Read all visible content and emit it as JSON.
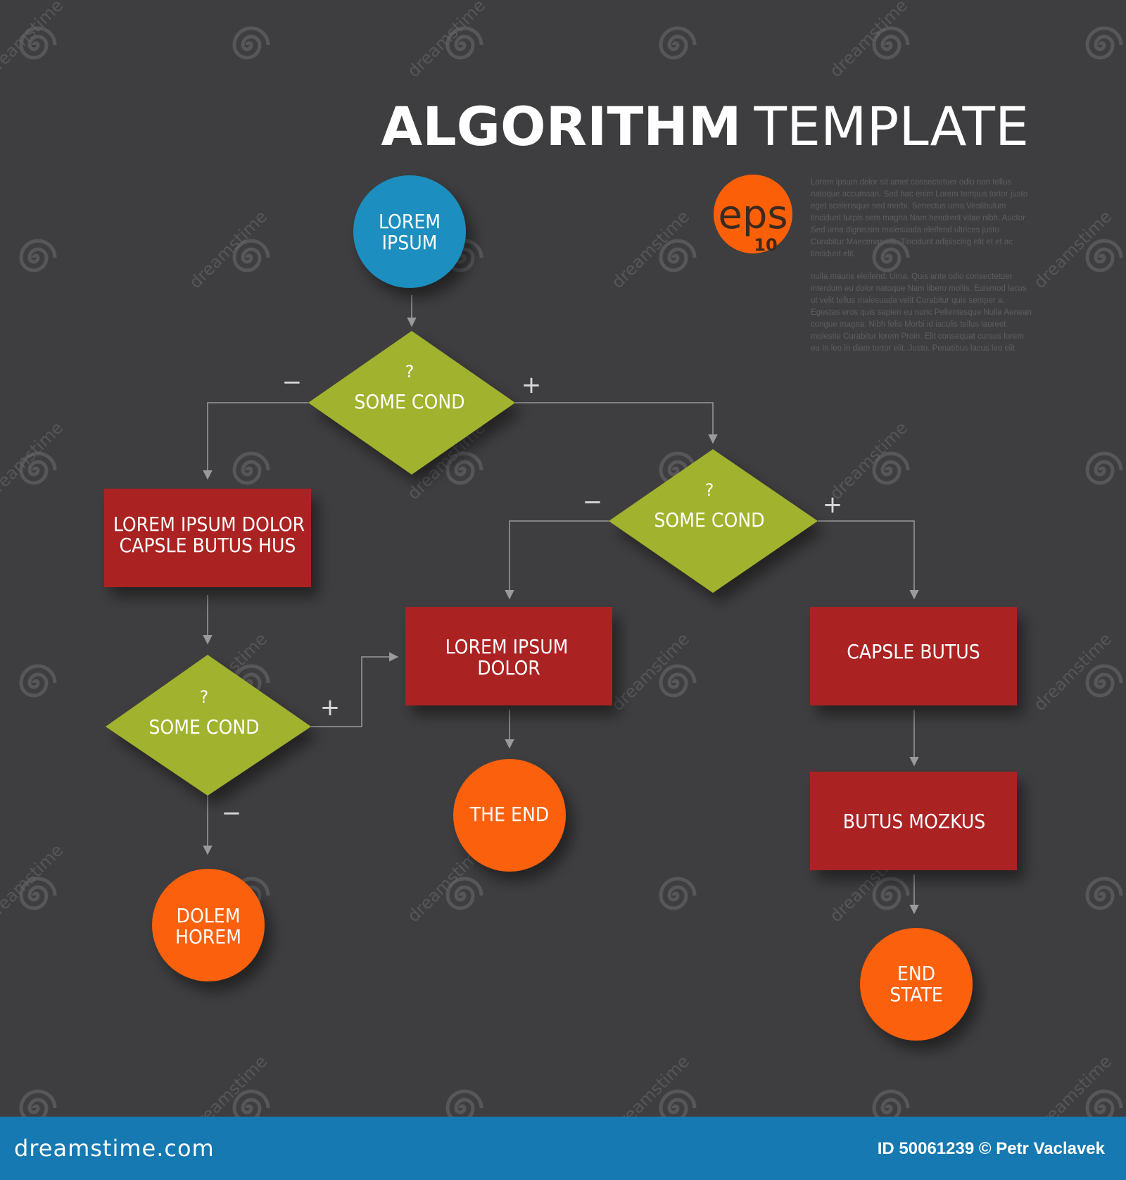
{
  "title": {
    "bold": "ALGORITHM",
    "light": "TEMPLATE"
  },
  "badge": {
    "text": "eps",
    "sub": "10"
  },
  "paragraphs": [
    [
      "Lorem ipsum dolor sit amet consectetuer odio non tellus",
      "natoque accumsan. Sed hac enim Lorem tempus tortor justo",
      "eget scelerisque sed morbi. Senectus urna Vestibulum",
      "tincidunt turpis sem magna Nam hendrerit vitae nibh. Auctor",
      "Sed urna dignissim malesuada eleifend ultrices justo",
      "Curabitur Maecenas elit. Tincidunt adipiscing elit et et ac",
      "tincidunt elit."
    ],
    [
      " nulla mauris eleifend. Urna. Quis ante odio consectetuer",
      "interdum eu dolor natoque Nam libero mollis. Euismod lacus",
      "ut velit tellus malesuada velit Curabitur quis semper a.",
      "Egestas eros quis sapien eu nunc Pellentesque Nulla Aenean",
      "congue magna. Nibh felis Morbi id iaculis tellus laoreet",
      "molestie Curabitur lorem Proin. Elit consequat cursus lorem",
      "eu In leo in diam tortor elit. Justo. Penatibus lacus leo elit"
    ]
  ],
  "nodes": [
    {
      "id": "start",
      "shape": "circle",
      "color": "#1a8fc0",
      "lines": [
        "LOREM",
        "IPSUM"
      ]
    },
    {
      "id": "cond1",
      "shape": "diamond",
      "color": "#a1b22e",
      "question": "?",
      "lines": [
        "SOME COND"
      ]
    },
    {
      "id": "box1",
      "shape": "rect",
      "color": "#ab2224",
      "lines": [
        "LOREM IPSUM DOLOR",
        "CAPSLE BUTUS HUS"
      ]
    },
    {
      "id": "cond2",
      "shape": "diamond",
      "color": "#a1b22e",
      "question": "?",
      "lines": [
        "SOME COND"
      ]
    },
    {
      "id": "cond3",
      "shape": "diamond",
      "color": "#a1b22e",
      "question": "?",
      "lines": [
        "SOME COND"
      ]
    },
    {
      "id": "box2",
      "shape": "rect",
      "color": "#ab2224",
      "lines": [
        "LOREM IPSUM",
        "DOLOR"
      ]
    },
    {
      "id": "box3",
      "shape": "rect",
      "color": "#ab2224",
      "lines": [
        "CAPSLE BUTUS"
      ]
    },
    {
      "id": "box4",
      "shape": "rect",
      "color": "#ab2224",
      "lines": [
        "BUTUS  MOZKUS"
      ]
    },
    {
      "id": "end1",
      "shape": "circle",
      "color": "#fb6008",
      "lines": [
        "THE END"
      ]
    },
    {
      "id": "end2",
      "shape": "circle",
      "color": "#fb6008",
      "lines": [
        "DOLEM",
        "HOREM"
      ]
    },
    {
      "id": "end3",
      "shape": "circle",
      "color": "#fb6008",
      "lines": [
        "END",
        "STATE"
      ]
    }
  ],
  "edges": [
    {
      "from": "start",
      "to": "cond1",
      "label": ""
    },
    {
      "from": "cond1",
      "to": "box1",
      "label": "−"
    },
    {
      "from": "cond1",
      "to": "cond2",
      "label": "+"
    },
    {
      "from": "cond2",
      "to": "box2",
      "label": "−"
    },
    {
      "from": "cond2",
      "to": "box3",
      "label": "+"
    },
    {
      "from": "box1",
      "to": "cond3",
      "label": ""
    },
    {
      "from": "cond3",
      "to": "box2",
      "label": "+"
    },
    {
      "from": "cond3",
      "to": "end2",
      "label": "−"
    },
    {
      "from": "box2",
      "to": "end1",
      "label": ""
    },
    {
      "from": "box3",
      "to": "box4",
      "label": ""
    },
    {
      "from": "box4",
      "to": "end3",
      "label": ""
    }
  ],
  "watermark": {
    "text": "dreamstime"
  },
  "footer": {
    "site": "dreamstime.com",
    "credit": "ID 50061239 © Petr Vaclavek"
  },
  "colors": {
    "background": "#3e3e40",
    "footer": "#1679b1",
    "connector": "#9a9a9c",
    "badge": "#fb6008"
  }
}
